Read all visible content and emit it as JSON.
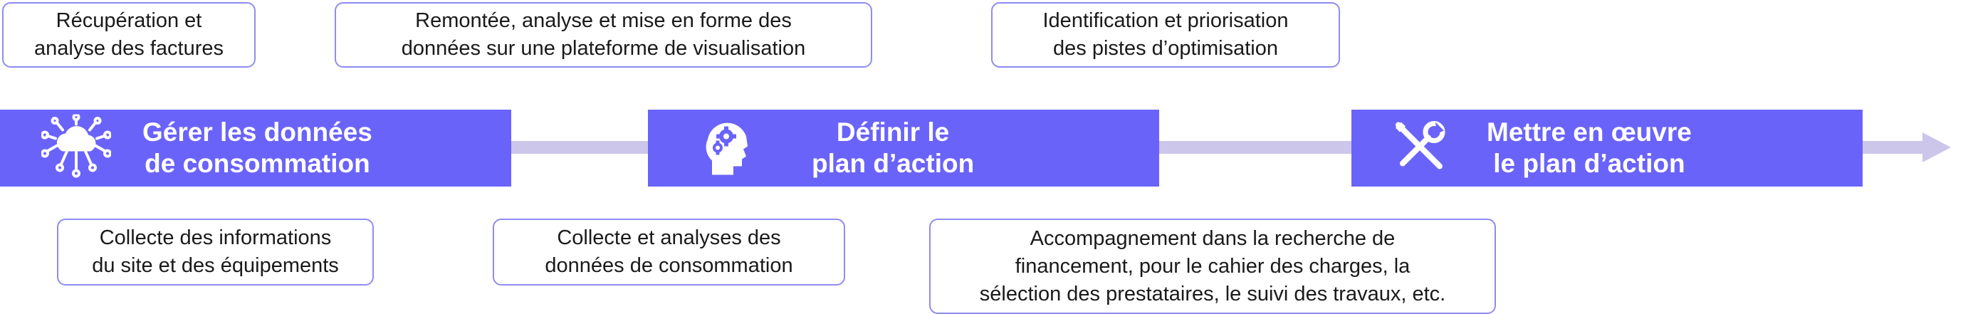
{
  "steps": [
    {
      "icon": "cloud-network-icon",
      "title": [
        "Gérer les données",
        "de consommation"
      ]
    },
    {
      "icon": "head-gears-icon",
      "title": [
        "Définir le",
        "plan d’action"
      ]
    },
    {
      "icon": "tools-icon",
      "title": [
        "Mettre en œuvre",
        "le plan d’action"
      ]
    }
  ],
  "notes_top": [
    {
      "lines": [
        "Récupération et",
        "analyse des factures"
      ]
    },
    {
      "lines": [
        "Remontée, analyse et mise en forme des",
        "données sur une plateforme de visualisation"
      ]
    },
    {
      "lines": [
        "Identification et priorisation",
        "des pistes d’optimisation"
      ]
    }
  ],
  "notes_bottom": [
    {
      "lines": [
        "Collecte des informations",
        "du site et des équipements"
      ]
    },
    {
      "lines": [
        "Collecte et analyses des",
        "données de consommation"
      ]
    },
    {
      "lines": [
        "Accompagnement dans la recherche de",
        "financement, pour le cahier des charges, la",
        "sélection des prestataires, le suivi des travaux, etc."
      ]
    }
  ],
  "colors": {
    "step_fill": "#6a63fa",
    "axis": "#cbc6ea",
    "note_border": "#8f8cf0"
  }
}
